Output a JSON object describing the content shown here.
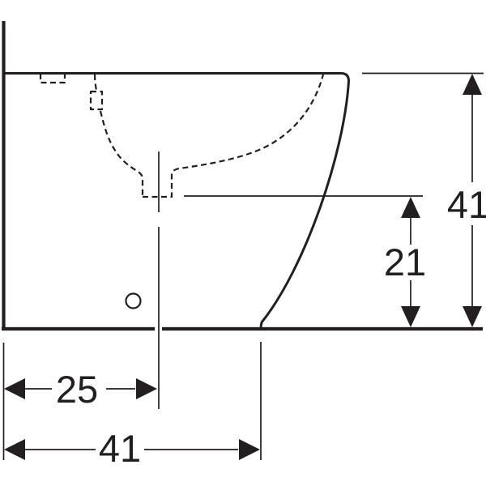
{
  "drawing": {
    "colors": {
      "line": "#231f20",
      "background": "#ffffff"
    },
    "dimension_labels": {
      "total_height": "41",
      "inlet_height": "21",
      "drain_offset_from_wall": "25",
      "total_depth": "41"
    }
  }
}
